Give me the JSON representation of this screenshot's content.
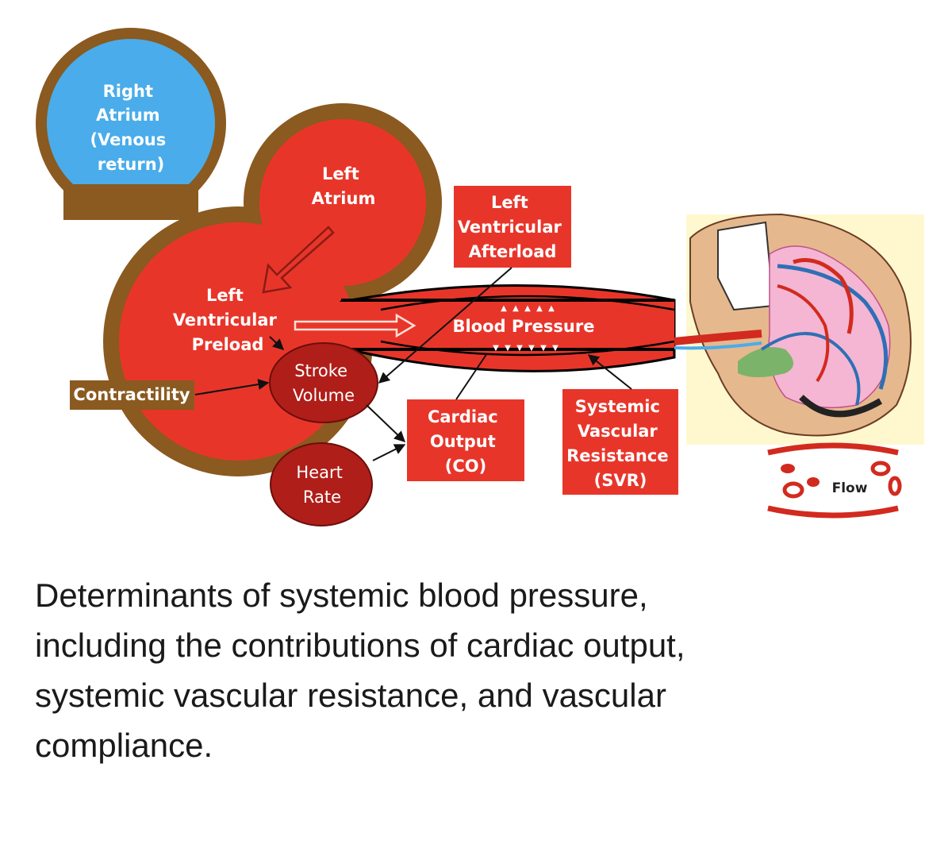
{
  "diagram": {
    "right_atrium": [
      "Right",
      "Atrium",
      "(Venous",
      "return)"
    ],
    "left_atrium": [
      "Left",
      "Atrium"
    ],
    "lv_preload": [
      "Left",
      "Ventricular",
      "Preload"
    ],
    "lv_afterload": [
      "Left",
      "Ventricular",
      "Afterload"
    ],
    "blood_pressure": "Blood Pressure",
    "stroke_volume": [
      "Stroke",
      "Volume"
    ],
    "heart_rate": [
      "Heart",
      "Rate"
    ],
    "contractility": "Contractility",
    "cardiac_output": [
      "Cardiac",
      "Output",
      "(CO)"
    ],
    "svr": [
      "Systemic",
      "Vascular",
      "Resistance",
      "(SVR)"
    ],
    "flow": "Flow"
  },
  "caption": {
    "line1": "Determinants of systemic blood pressure,",
    "line2": "including the contributions of cardiac output,",
    "line3": "systemic vascular resistance, and vascular",
    "line4": "compliance."
  },
  "colors": {
    "heart_red": "#e8352a",
    "dark_red": "#b01e1a",
    "brown": "#8a5a20",
    "right_atrium_blue": "#4aacea"
  }
}
